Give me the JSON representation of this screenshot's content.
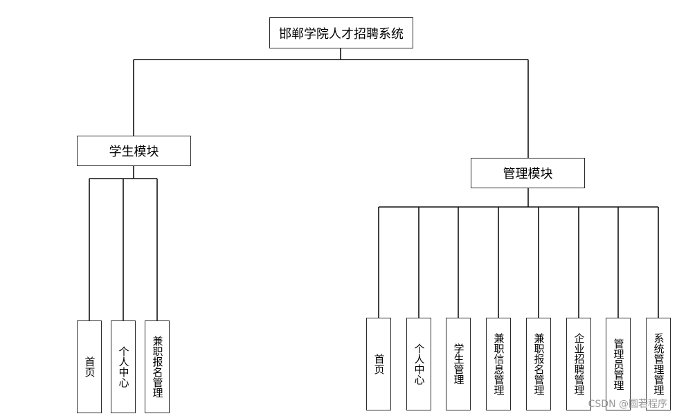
{
  "root": "邯郸学院人才招聘系统",
  "modules": {
    "student": {
      "title": "学生模块",
      "items": [
        "首页",
        "个人中心",
        "兼职报名管理"
      ]
    },
    "admin": {
      "title": "管理模块",
      "items": [
        "首页",
        "个人中心",
        "学生管理",
        "兼职信息管理",
        "兼职报名管理",
        "企业招聘管理",
        "管理员管理",
        "系统管理管理"
      ]
    }
  },
  "watermark": "CSDN @圆若程序"
}
